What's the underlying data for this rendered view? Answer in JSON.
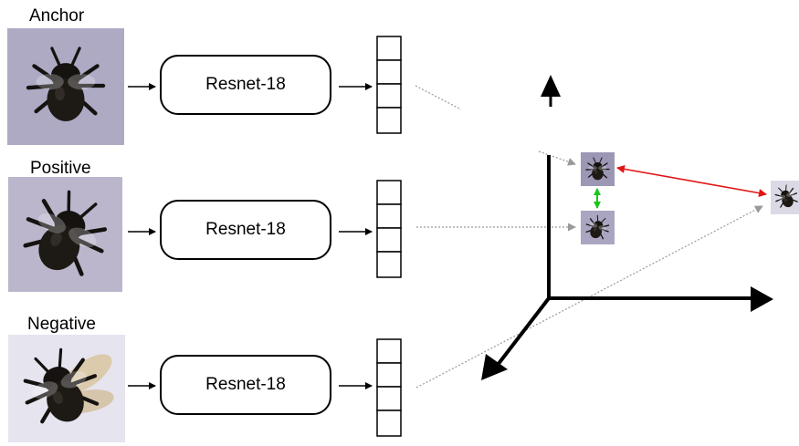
{
  "rows": [
    {
      "label": "Anchor",
      "network": "Resnet-18"
    },
    {
      "label": "Positive",
      "network": "Resnet-18"
    },
    {
      "label": "Negative",
      "network": "Resnet-18"
    }
  ],
  "embedding_cells_per_vector": 4,
  "icons": [
    "bee-photo-icon",
    "bee-thumbnail-icon"
  ],
  "colors": {
    "anchor_photo_bg": "#aeaac4",
    "positive_photo_bg": "#bbb6cc",
    "negative_photo_bg": "#e6e4ef",
    "bee_body": "#151210",
    "projection_line": "#9a9a9a",
    "negative_distance_arrow": "#e11414",
    "positive_distance_arrow": "#19c619"
  }
}
